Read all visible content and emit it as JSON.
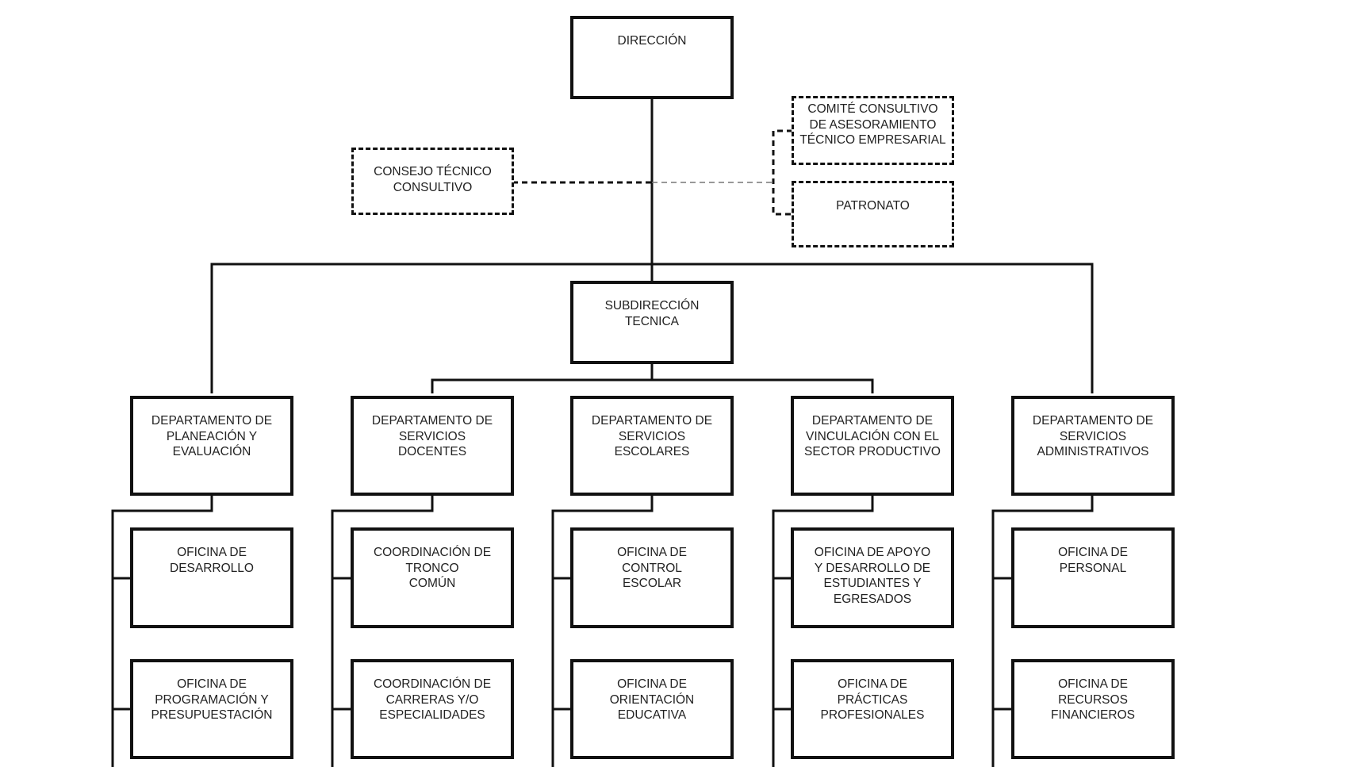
{
  "org_chart": {
    "direccion": [
      "DIRECCIÓN"
    ],
    "consejo": [
      "CONSEJO TÉCNICO",
      "CONSULTIVO"
    ],
    "comite": [
      "COMITÉ CONSULTIVO",
      "DE ASESORAMIENTO",
      "TÉCNICO EMPRESARIAL"
    ],
    "patronato": [
      "PATRONATO"
    ],
    "subdireccion": [
      "SUBDIRECCIÓN",
      "TECNICA"
    ],
    "departments": [
      {
        "label": [
          "DEPARTAMENTO DE",
          "PLANEACIÓN Y",
          "EVALUACIÓN"
        ],
        "offices": [
          [
            "OFICINA DE",
            "DESARROLLO"
          ],
          [
            "OFICINA DE",
            "PROGRAMACIÓN Y",
            "PRESUPUESTACIÓN"
          ]
        ]
      },
      {
        "label": [
          "DEPARTAMENTO DE",
          "SERVICIOS",
          "DOCENTES"
        ],
        "offices": [
          [
            "COORDINACIÓN DE",
            "TRONCO",
            "COMÚN"
          ],
          [
            "COORDINACIÓN DE",
            "CARRERAS Y/O",
            "ESPECIALIDADES"
          ]
        ]
      },
      {
        "label": [
          "DEPARTAMENTO DE",
          "SERVICIOS",
          "ESCOLARES"
        ],
        "offices": [
          [
            "OFICINA DE",
            "CONTROL",
            "ESCOLAR"
          ],
          [
            "OFICINA DE",
            "ORIENTACIÓN",
            "EDUCATIVA"
          ]
        ]
      },
      {
        "label": [
          "DEPARTAMENTO DE",
          "VINCULACIÓN CON EL",
          "SECTOR PRODUCTIVO"
        ],
        "offices": [
          [
            "OFICINA DE APOYO",
            "Y DESARROLLO DE",
            "ESTUDIANTES Y",
            "EGRESADOS"
          ],
          [
            "OFICINA DE",
            "PRÁCTICAS",
            "PROFESIONALES"
          ]
        ]
      },
      {
        "label": [
          "DEPARTAMENTO DE",
          "SERVICIOS",
          "ADMINISTRATIVOS"
        ],
        "offices": [
          [
            "OFICINA DE",
            "PERSONAL"
          ],
          [
            "OFICINA DE",
            "RECURSOS",
            "FINANCIEROS"
          ]
        ]
      }
    ]
  }
}
